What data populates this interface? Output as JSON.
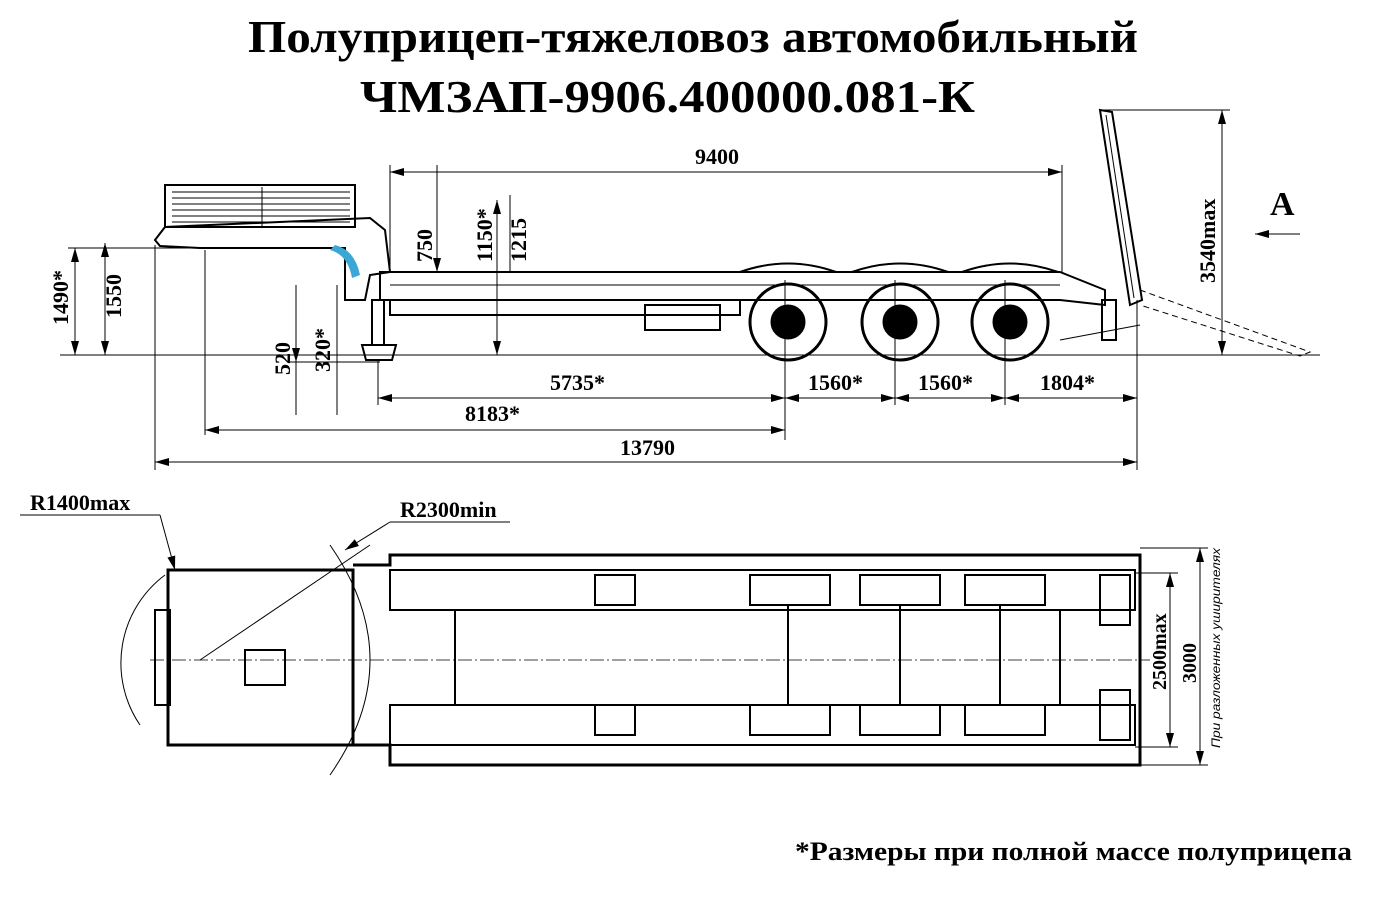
{
  "title": {
    "line1": "Полуприцеп-тяжеловоз автомобильный",
    "line2": "ЧМЗАП-9906.400000.081-К"
  },
  "side_view": {
    "dimensions": {
      "deck_length": "9400",
      "ramp_height": "3540max",
      "view_label": "А",
      "kingpin_height_loaded": "1490*",
      "kingpin_height": "1550",
      "gooseneck_step": "750",
      "deck_height_loaded": "1150*",
      "deck_height": "1215",
      "support_height": "520",
      "support_height_loaded": "320*",
      "kingpin_to_axle": "5735*",
      "axle_spacing_1": "1560*",
      "axle_spacing_2": "1560*",
      "rear_overhang": "1804*",
      "front_to_axle": "8183*",
      "overall_length": "13790"
    }
  },
  "top_view": {
    "dimensions": {
      "front_radius": "R1400max",
      "turning_radius": "R2300min",
      "width": "2500max",
      "width_extended": "3000",
      "extended_note": "При разложенных уширителях"
    }
  },
  "footnote": "*Размеры при полной массе полуприцепа"
}
